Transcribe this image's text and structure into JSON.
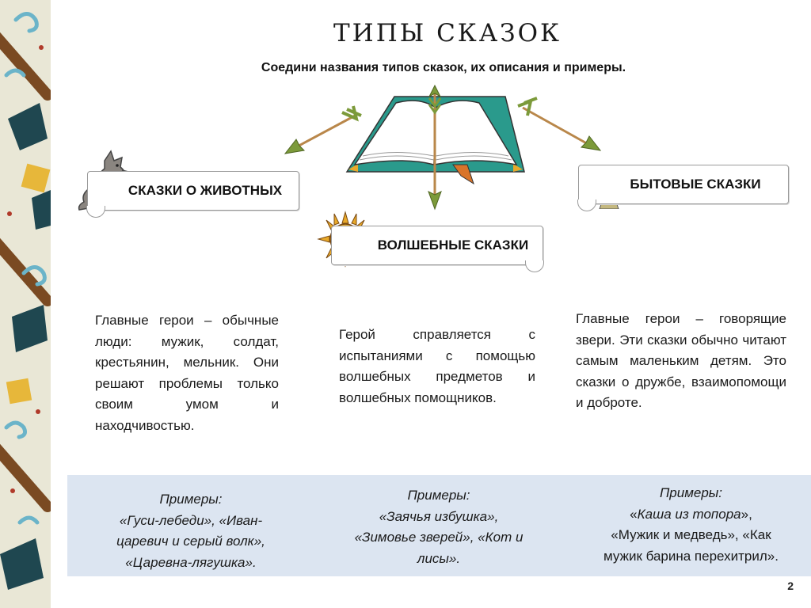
{
  "title": "ТИПЫ СКАЗОК",
  "instruction": "Соедини названия типов сказок, их описания и примеры.",
  "labels": {
    "animals": "СКАЗКИ О ЖИВОТНЫХ",
    "magic": "ВОЛШЕБНЫЕ СКАЗКИ",
    "everyday": "БЫТОВЫЕ СКАЗКИ"
  },
  "descriptions": [
    "Главные герои – обычные люди: мужик, солдат, крестьянин, мельник. Они решают проблемы только своим умом и находчивостью.",
    "Герой справляется с испытаниями с помощью волшебных предметов и волшебных помощников.",
    "Главные герои – говорящие звери. Эти сказки обычно читают самым маленьким детям. Это сказки о дружбе, взаимопомощи и доброте."
  ],
  "examples": [
    {
      "heading": "Примеры:",
      "lines": [
        "«Гуси-лебеди», «Иван-",
        "царевич и серый волк»,",
        "«Царевна-лягушка»."
      ]
    },
    {
      "heading": "Примеры:",
      "lines": [
        "«Заячья избушка»,",
        "«Зимовье зверей», «Кот и",
        "лисы»."
      ]
    },
    {
      "heading": "Примеры:",
      "line1_q_open": "«",
      "line1_title": "Каша из топора",
      "line1_q_close": "»,",
      "lines": [
        "«Мужик и медведь», «Как",
        "мужик барина перехитрил»."
      ]
    }
  ],
  "page_number": "2",
  "colors": {
    "book_cover": "#2a9a8c",
    "arrow_fletching": "#7c9a3a",
    "arrow_shaft": "#b9874a",
    "sun": "#e8a92a",
    "examples_band": "#dce5f1",
    "pattern_bg": "#e9e7d6"
  },
  "icons": [
    "wolf-icon",
    "sun-face-icon",
    "clay-pot-icon",
    "open-book-icon",
    "arrow-icon"
  ]
}
